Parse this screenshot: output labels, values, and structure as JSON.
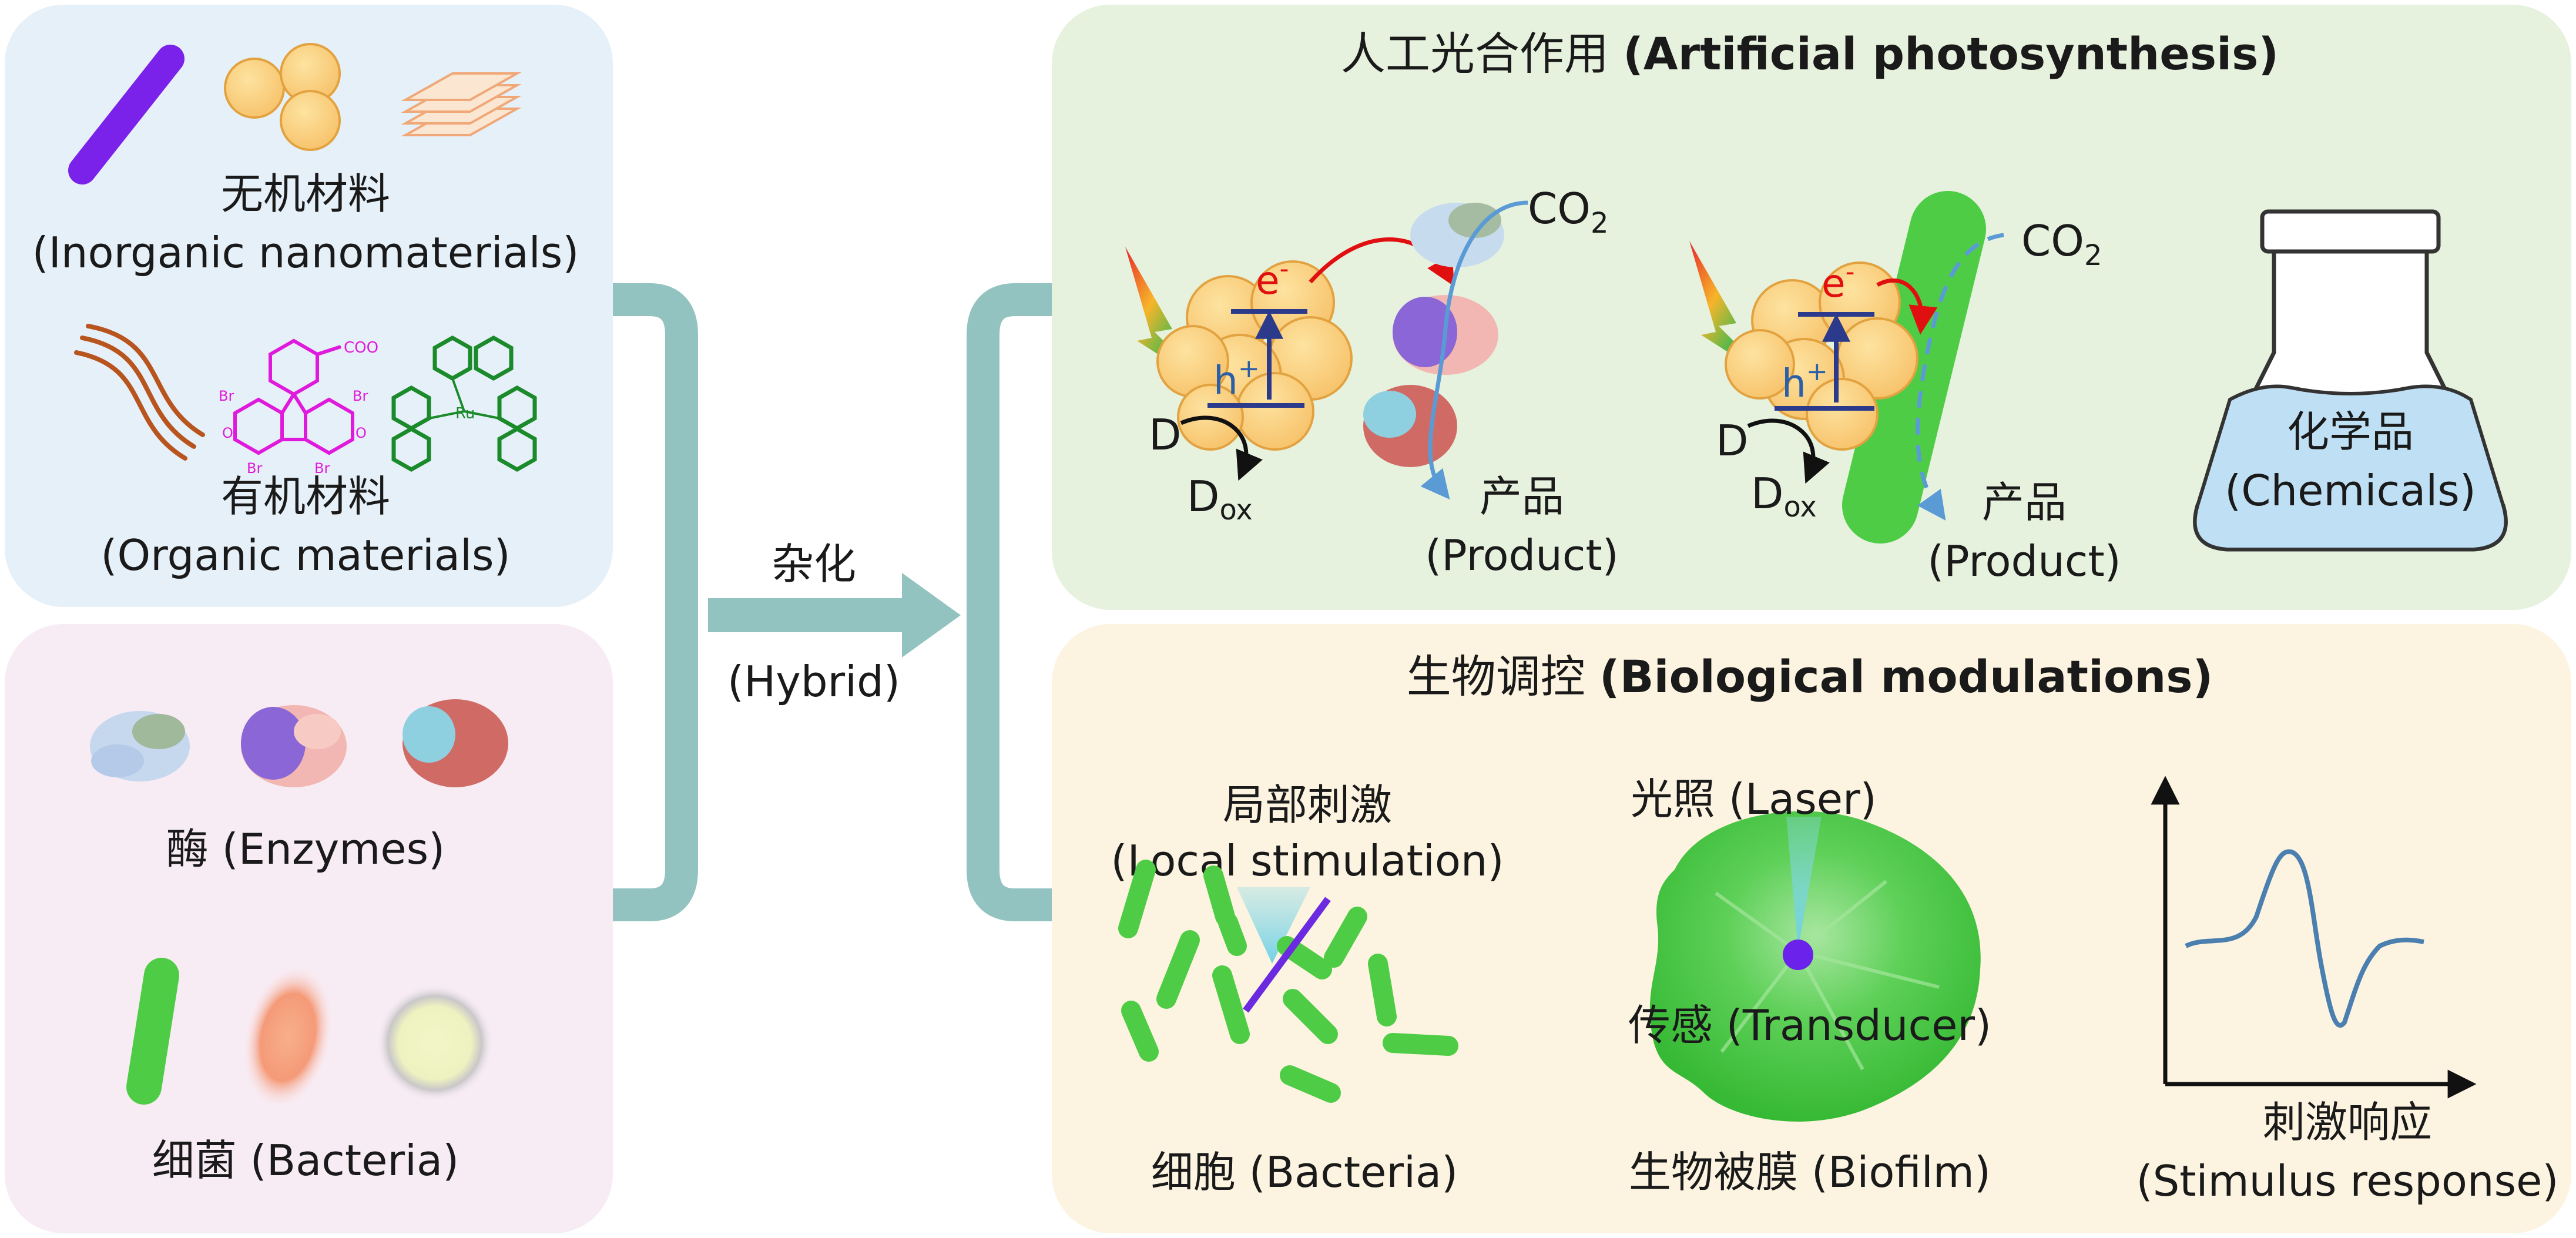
{
  "left": {
    "inorganic_cn": "无机材料",
    "inorganic_en": "(Inorganic nanomaterials)",
    "organic_cn": "有机材料",
    "organic_en": "(Organic materials)",
    "enzymes": "酶 (Enzymes)",
    "bacteria": "细菌 (Bacteria)",
    "molecule_coo": "COO",
    "molecule_br": "Br",
    "molecule_o": "O",
    "molecule_ru": "Ru"
  },
  "middle": {
    "hybrid_cn": "杂化",
    "hybrid_en": "(Hybrid)"
  },
  "photosynthesis": {
    "title_cn": "人工光合作用 ",
    "title_en": "(Artificial photosynthesis)",
    "electron": "e",
    "minus": "-",
    "hole": "h",
    "plus": "+",
    "donor": "D",
    "donor_ox_main": "D",
    "donor_ox_sub": "ox",
    "co2_main": "CO",
    "co2_sub": "2",
    "product_cn": "产品",
    "product_en": "(Product)",
    "chemicals_cn": "化学品",
    "chemicals_en": "(Chemicals)"
  },
  "bio": {
    "title_cn": "生物调控 ",
    "title_en": "(Biological modulations)",
    "local_cn": "局部刺激",
    "local_en": "(Local stimulation)",
    "cells": "细胞 (Bacteria)",
    "laser": "光照  (Laser)",
    "transducer": "传感 (Transducer)",
    "biofilm": "生物被膜 (Biofilm)",
    "response_cn": "刺激响应",
    "response_en": "(Stimulus response)"
  },
  "colors": {
    "panel_blue": "#e6f0f8",
    "panel_pink": "#f8ecf4",
    "panel_green": "#e6f2de",
    "panel_cream": "#fcf4e0",
    "bracket_teal": "#92c3c0",
    "rod_purple": "#7b22ea",
    "bacteria_green": "#4fcc45",
    "flask_blue": "#bfe0f4",
    "arrow_red": "#e01010",
    "arrow_blue": "#5b9bd5",
    "level_navy": "#2b3a8a",
    "magenta": "#e01adc",
    "ru_green": "#1a8a2a",
    "fiber_brown": "#b8541e"
  }
}
